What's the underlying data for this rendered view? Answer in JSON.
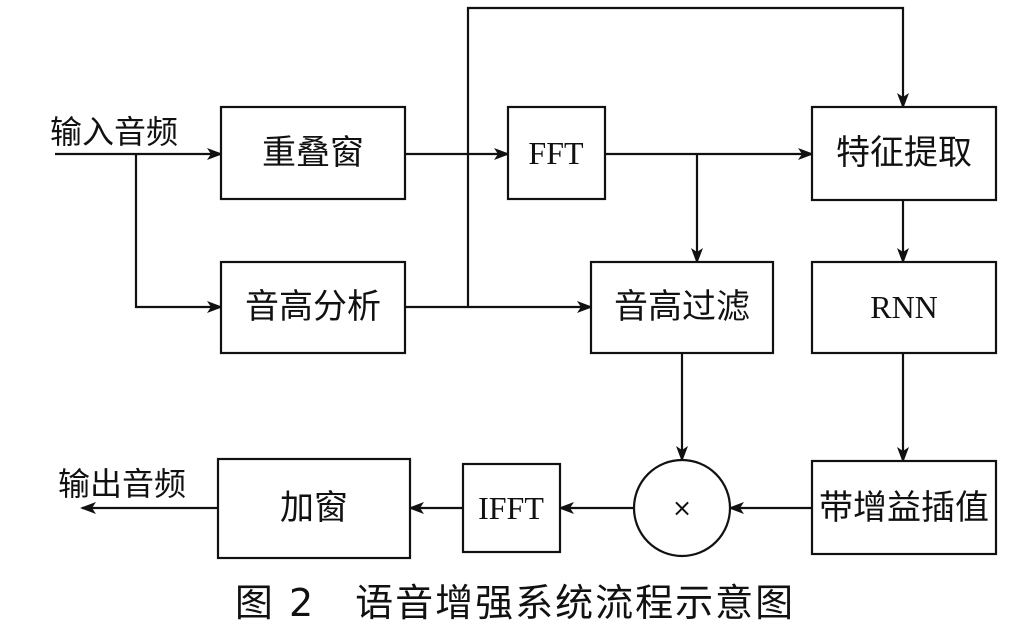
{
  "diagram": {
    "input_label": "输入音频",
    "output_label": "输出音频",
    "nodes": {
      "overlap_window": "重叠窗",
      "fft": "FFT",
      "feature_extraction": "特征提取",
      "pitch_analysis": "音高分析",
      "pitch_filter": "音高过滤",
      "rnn": "RNN",
      "band_gain_interp": "带增益插值",
      "multiply": "×",
      "ifft": "IFFT",
      "add_window": "加窗"
    },
    "caption": "图 2　语音增强系统流程示意图"
  }
}
